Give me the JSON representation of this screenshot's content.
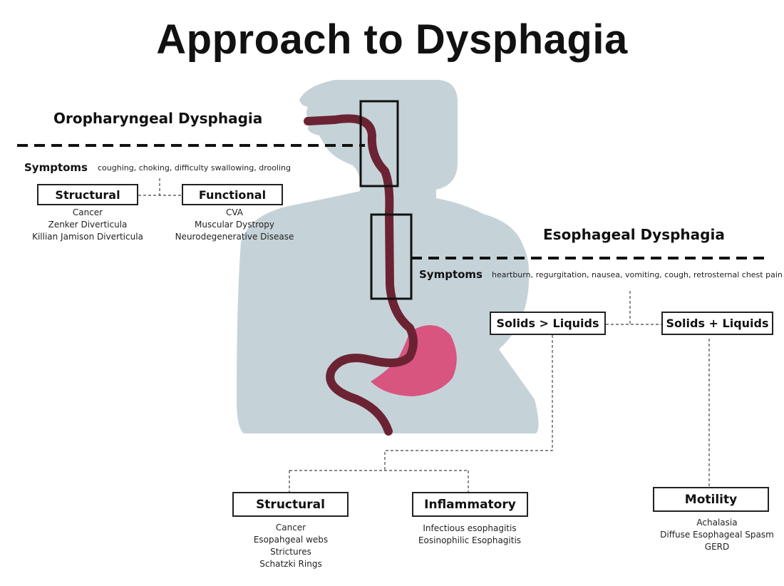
{
  "title": "Approach to Dysphagia",
  "colors": {
    "silhouette": "#c5d3d8",
    "esophagus": "#6b2333",
    "stomach": "#d8557f",
    "line": "#222222"
  },
  "oropharyngeal": {
    "heading": "Oropharyngeal Dysphagia",
    "symptoms_label": "Symptoms",
    "symptoms_text": "coughing, choking, difficulty swallowing, drooling",
    "structural": {
      "label": "Structural",
      "items": [
        "Cancer",
        "Zenker Diverticula",
        "Killian Jamison Diverticula"
      ]
    },
    "functional": {
      "label": "Functional",
      "items": [
        "CVA",
        "Muscular Dystropy",
        "Neurodegenerative Disease"
      ]
    }
  },
  "esophageal": {
    "heading": "Esophageal Dysphagia",
    "symptoms_label": "Symptoms",
    "symptoms_text": "heartburn, regurgitation, nausea, vomiting, cough, retrosternal chest pain",
    "solids_gt_liquids": {
      "label": "Solids > Liquids",
      "structural": {
        "label": "Structural",
        "items": [
          "Cancer",
          "Esopahgeal webs",
          "Strictures",
          "Schatzki Rings"
        ]
      },
      "inflammatory": {
        "label": "Inflammatory",
        "items": [
          "Infectious esophagitis",
          "Eosinophilic Esophagitis"
        ]
      }
    },
    "solids_plus_liquids": {
      "label": "Solids + Liquids",
      "motility": {
        "label": "Motility",
        "items": [
          "Achalasia",
          "Diffuse Esophageal Spasm",
          "GERD"
        ]
      }
    }
  }
}
